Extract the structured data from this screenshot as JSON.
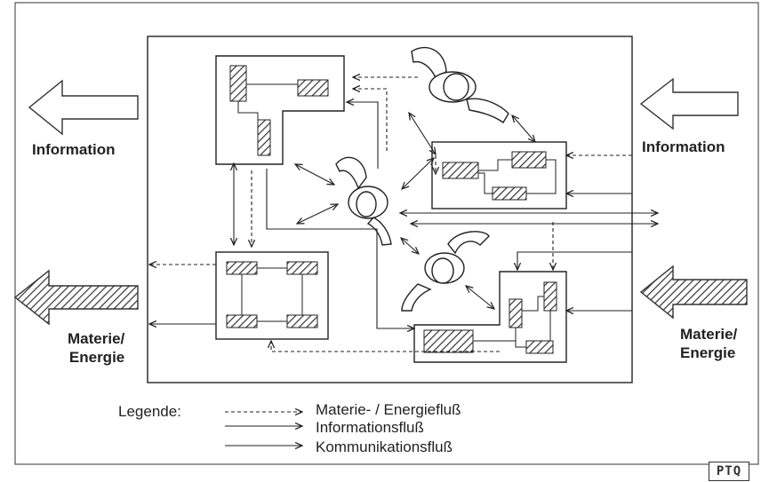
{
  "labels": {
    "info_left": "Information",
    "info_right": "Information",
    "matter_left": "Materie/\nEnergie",
    "matter_right": "Materie/\nEnergie"
  },
  "legend": {
    "title": "Legende:",
    "items": [
      {
        "style": "dashed",
        "label": "Materie- / Energiefluß"
      },
      {
        "style": "solid",
        "label": "Informationsfluß"
      },
      {
        "style": "solid-long",
        "label": "Kommunikationsfluß"
      }
    ]
  },
  "logo": "PTQ",
  "colors": {
    "line": "#222222",
    "hatch": "#333333",
    "background": "#ffffff"
  }
}
